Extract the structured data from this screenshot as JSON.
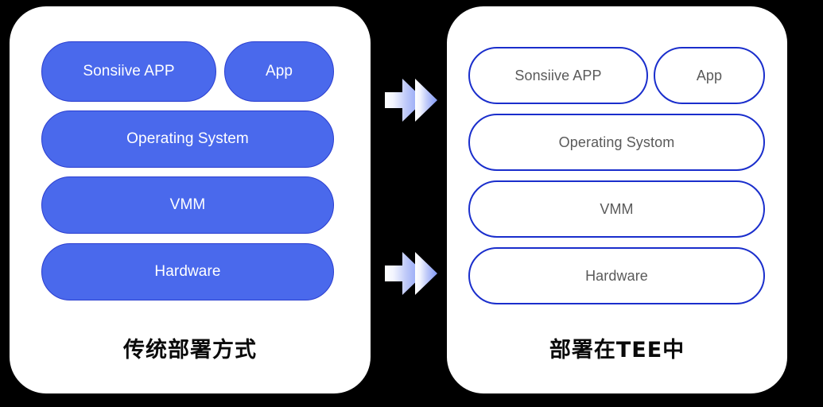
{
  "background_color": "#000000",
  "palette": {
    "card_background": "#ffffff",
    "solid_pill_fill": "#4a69ec",
    "solid_pill_border": "#2b3ed0",
    "solid_pill_text": "#ffffff",
    "outline_pill_border": "#1a2ecc",
    "outline_pill_text": "#5a5a5a",
    "caption_text": "#0a0a0a",
    "arrow_gradient_start": "#ffffff",
    "arrow_gradient_end": "#7e93f5"
  },
  "left_panel": {
    "caption": "传统部署方式",
    "layers": [
      {
        "id": "app-primary",
        "label": "Sonsiive APP"
      },
      {
        "id": "app-secondary",
        "label": "App"
      },
      {
        "id": "operating-system",
        "label": "Operating System"
      },
      {
        "id": "vmm",
        "label": "VMM"
      },
      {
        "id": "hardware",
        "label": "Hardware"
      }
    ]
  },
  "right_panel": {
    "caption": "部署在TEE中",
    "layers": [
      {
        "id": "app-primary",
        "label": "Sonsiive APP"
      },
      {
        "id": "app-secondary",
        "label": "App"
      },
      {
        "id": "operating-system",
        "label": "Operating Systom"
      },
      {
        "id": "vmm",
        "label": "VMM"
      },
      {
        "id": "hardware",
        "label": "Hardware"
      }
    ]
  },
  "connectors": [
    {
      "id": "arrow-top",
      "icon": "double-chevron-right-arrow-icon"
    },
    {
      "id": "arrow-bottom",
      "icon": "double-chevron-right-arrow-icon"
    }
  ]
}
